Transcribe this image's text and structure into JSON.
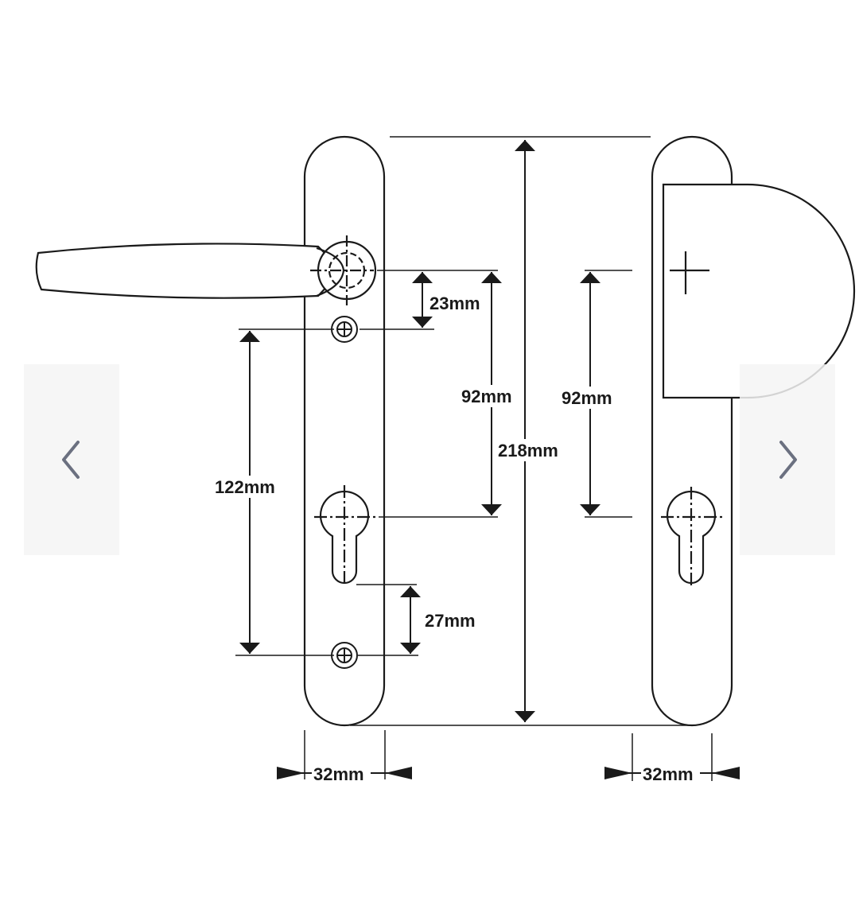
{
  "colors": {
    "line": "#1a1a1a",
    "nav_bg": "#f5f5f5",
    "nav_chevron": "#6b7080"
  },
  "icons": {
    "prev": "chevron-left-icon",
    "next": "chevron-right-icon"
  },
  "dimensions": {
    "handle_to_top_screw": "23mm",
    "handle_to_cylinder_left": "92mm",
    "handle_to_cylinder_right": "92mm",
    "screw_centres": "122mm",
    "overall_height": "218mm",
    "cylinder_to_bottom_screw": "27mm",
    "plate_width_left": "32mm",
    "plate_width_right": "32mm"
  }
}
